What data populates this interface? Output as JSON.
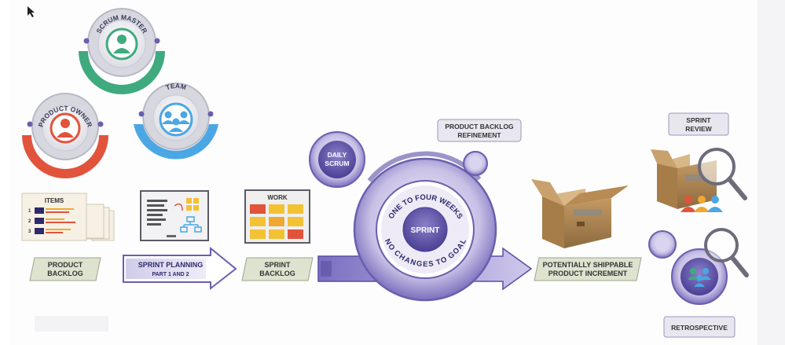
{
  "roles": {
    "scrum_master": "SCRUM MASTER",
    "product_owner": "PRODUCT OWNER",
    "team": "TEAM"
  },
  "artifacts": {
    "items_title": "ITEMS",
    "item_numbers": [
      "1",
      "2",
      "3"
    ],
    "work_title": "WORK",
    "product_backlog": [
      "PRODUCT",
      "BACKLOG"
    ],
    "sprint_planning": [
      "SPRINT PLANNING",
      "PART 1 AND 2"
    ],
    "sprint_backlog": [
      "SPRINT",
      "BACKLOG"
    ]
  },
  "sprint": {
    "daily_scrum": [
      "DAILY",
      "SCRUM"
    ],
    "refinement": [
      "PRODUCT BACKLOG",
      "REFINEMENT"
    ],
    "top_arc": "ONE TO FOUR WEEKS",
    "bottom_arc": "NO CHANGES TO GOAL",
    "center": "SPRINT"
  },
  "outcomes": {
    "increment": [
      "POTENTIALLY SHIPPABLE",
      "PRODUCT INCREMENT"
    ],
    "review": [
      "SPRINT",
      "REVIEW"
    ],
    "retrospective": "RETROSPECTIVE"
  },
  "colors": {
    "scrum_master": "#3faa7e",
    "product_owner": "#e2533c",
    "team": "#4ba7e3",
    "sprint_purple": "#6a5fae",
    "label_bg": "#dde3cf"
  }
}
